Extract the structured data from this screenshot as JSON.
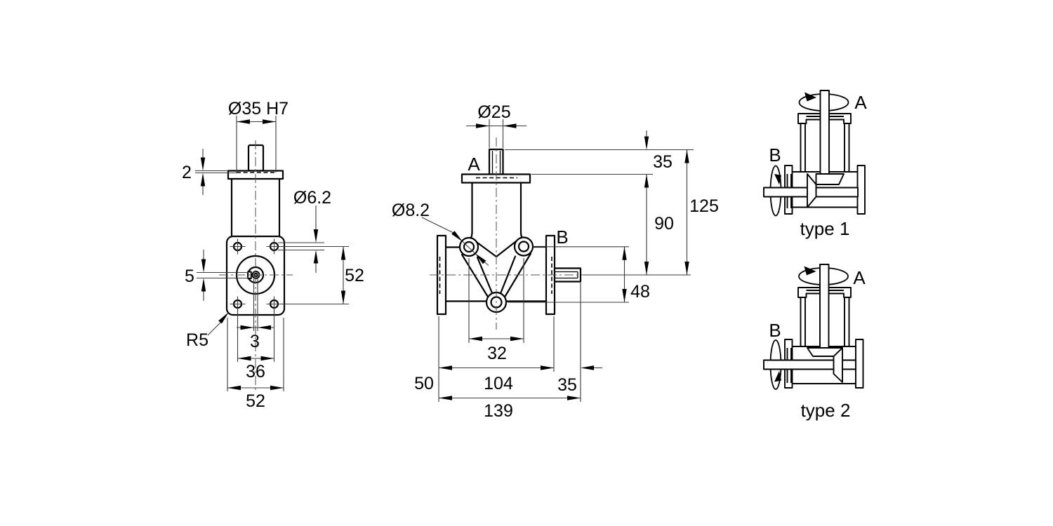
{
  "figure": {
    "background": "#ffffff",
    "line_color": "#000000",
    "kind": "bevel-gearbox technical drawing, three views"
  },
  "side_view": {
    "dim_bore": "Ø35 H7",
    "dim_recess_depth": "2",
    "dim_hole_dia": "Ø6.2",
    "dim_key_width": "5",
    "dim_hole_pitch_v": "52",
    "dim_corner_radius": "R5",
    "dim_center_offset": "3",
    "dim_hole_pitch_h": "36",
    "dim_flange_width": "52"
  },
  "front_view": {
    "dim_hub_dia": "Ø25",
    "label_shaft_a": "A",
    "dim_ear_hole_dia": "Ø8.2",
    "label_shaft_b": "B",
    "dim_ear_pitch": "32",
    "dim_left": "50",
    "dim_body_length": "104",
    "dim_shaft_b_length": "35",
    "dim_total_length": "139",
    "dim_shaft_a_length": "35",
    "dim_mid_height": "90",
    "dim_total_height": "125",
    "dim_hole_drop": "48"
  },
  "type1": {
    "label_a": "A",
    "label_b": "B",
    "caption": "type 1"
  },
  "type2": {
    "label_a": "A",
    "label_b": "B",
    "caption": "type 2"
  }
}
